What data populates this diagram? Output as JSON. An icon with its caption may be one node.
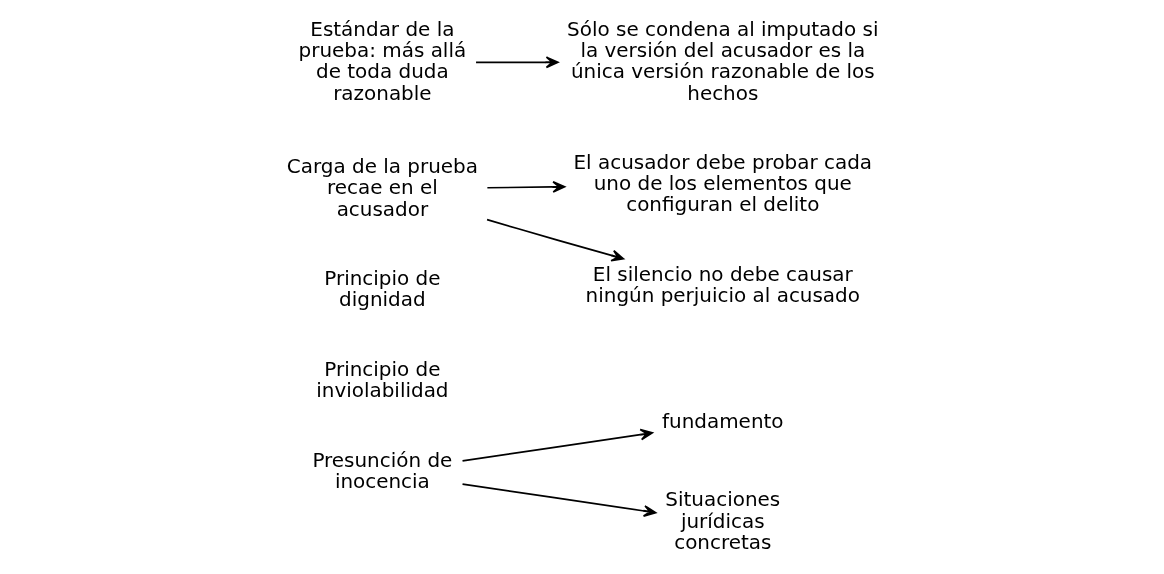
{
  "diagram": {
    "nodes": [
      {
        "text": [
          "Presunción de inocencia"
        ]
      },
      {
        "text": [
          "fundamento"
        ]
      },
      {
        "text": [
          "Principio de inviolabilidad"
        ]
      },
      {
        "text": [
          "Principio de dignidad"
        ]
      },
      {
        "text": [
          "Situaciones jurídicas concretas"
        ]
      },
      {
        "text": [
          "Carga de la prueba recae en el acusador"
        ]
      },
      {
        "text": [
          "El acusador debe probar cada uno de los elementos que configuran el delito"
        ]
      },
      {
        "text": [
          "El silencio no debe causar ningún perjuicio al acusado"
        ]
      },
      {
        "text": [
          "Estándar de la prueba: más allá de toda duda razonable"
        ]
      },
      {
        "text": [
          "Sólo se condena al imputado si la versión del acusador es la única versión razonable de los hechos"
        ]
      }
    ],
    "edges": [
      {
        "from": 0,
        "to": 1,
        "arrow": "to"
      },
      {
        "from": 0,
        "to": 4,
        "arrow": "to"
      },
      {
        "from": 5,
        "to": 6,
        "arrow": "to"
      },
      {
        "from": 5,
        "to": 7,
        "arrow": "to"
      },
      {
        "from": 8,
        "to": 9,
        "arrow": "to"
      }
    ]
  }
}
